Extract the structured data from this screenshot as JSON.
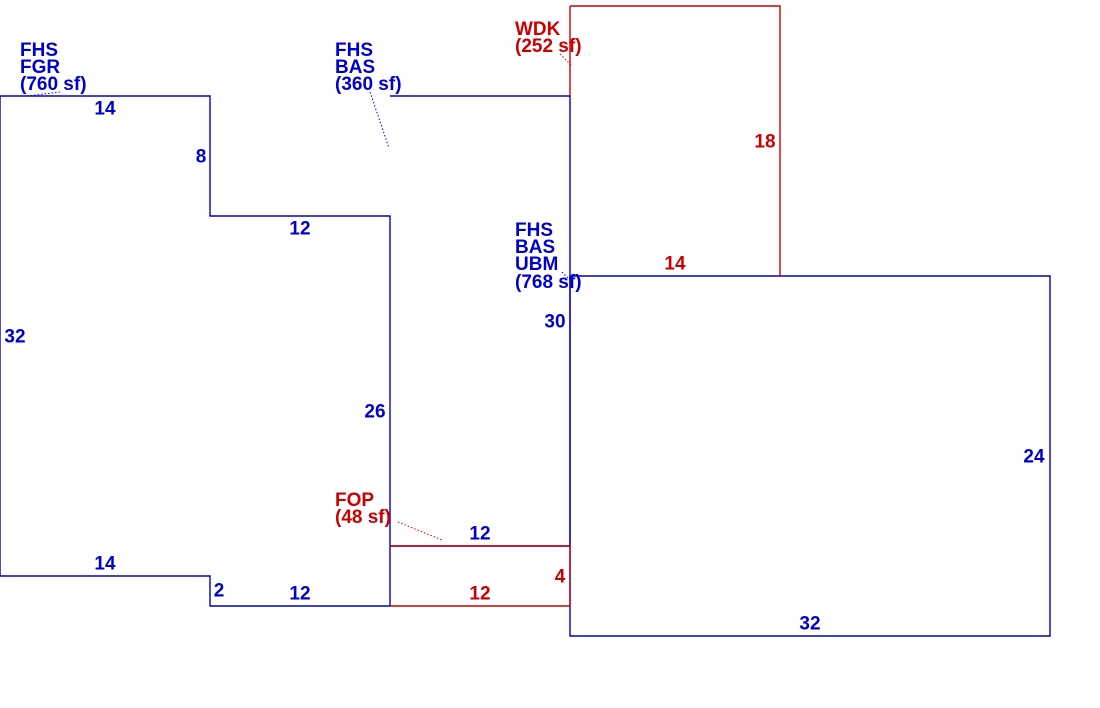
{
  "colors": {
    "living": "#0000cc",
    "exterior": "#cc0000"
  },
  "areas": [
    {
      "id": "fgr",
      "lines": [
        "FHS",
        "FGR",
        "(760 sf)"
      ]
    },
    {
      "id": "bas360",
      "lines": [
        "FHS",
        "BAS",
        "(360 sf)"
      ]
    },
    {
      "id": "wdk",
      "lines": [
        "WDK",
        "(252 sf)"
      ]
    },
    {
      "id": "bas768",
      "lines": [
        "FHS",
        "BAS",
        "UBM",
        "(768 sf)"
      ]
    },
    {
      "id": "fop",
      "lines": [
        "FOP",
        "(48 sf)"
      ]
    }
  ],
  "dims": {
    "fgr_top": "14",
    "fgr_notch_side": "8",
    "fgr_notch_bottom": "12",
    "fgr_left": "32",
    "fgr_bottom": "14",
    "fgr_step": "2",
    "fgr_bottom_right": "12",
    "bas360_left": "26",
    "wdk_right": "18",
    "wdk_bottom": "14",
    "bas768_left": "30",
    "bas768_right": "24",
    "bas768_bottom": "32",
    "fop_top": "12",
    "fop_bottom": "12",
    "fop_right": "4"
  }
}
